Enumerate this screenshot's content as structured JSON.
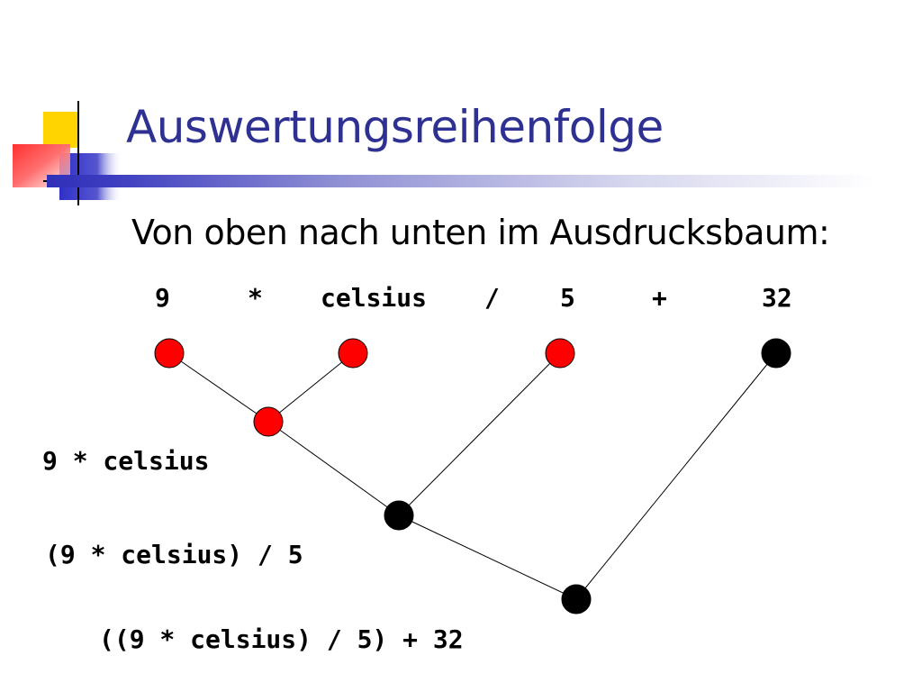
{
  "slide": {
    "title": "Auswertungsreihenfolge",
    "subtitle": "Von oben nach unten im Ausdrucksbaum:"
  },
  "tokens": [
    "9",
    "*",
    "celsius",
    "/",
    "5",
    "+",
    "32"
  ],
  "expressions": [
    "9 * celsius",
    "(9 * celsius) / 5",
    "((9 * celsius) / 5) + 32"
  ],
  "colors": {
    "title": "#2e3192",
    "leaf_node": "#ff0000",
    "eval_node": "#000000",
    "accent_yellow": "#ffd400",
    "accent_blue": "#3333cc",
    "accent_red": "#ff5555"
  }
}
